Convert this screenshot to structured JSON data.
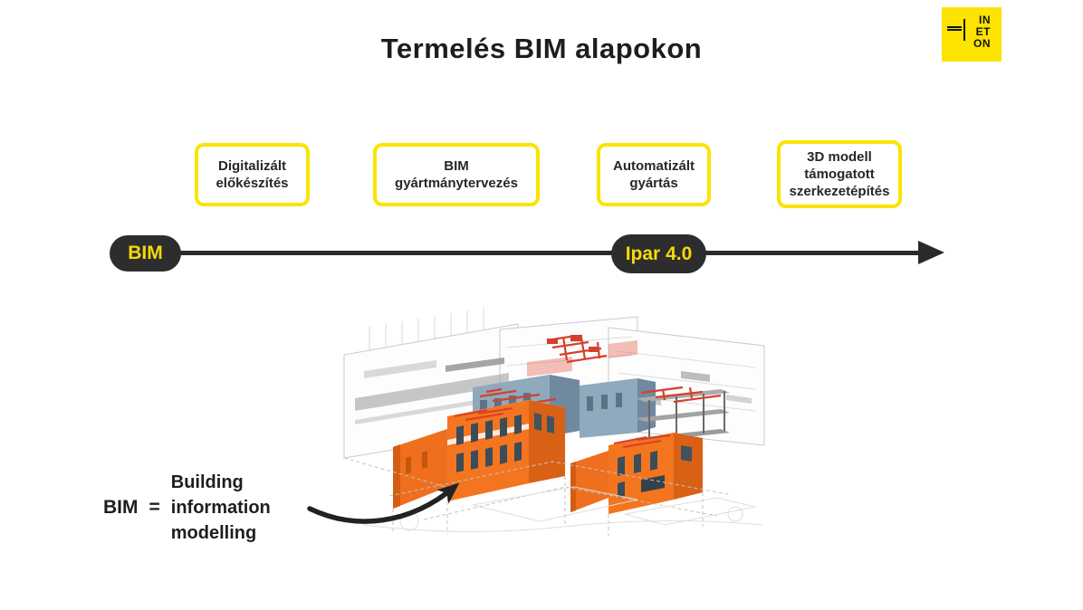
{
  "slide": {
    "title": "Termelés BIM alapokon",
    "logo": {
      "lines": [
        "IN",
        "ET",
        "ON"
      ]
    },
    "stages": [
      {
        "lines": [
          "Digitalizált",
          "előkészítés"
        ]
      },
      {
        "lines": [
          "BIM",
          "gyártmánytervezés"
        ]
      },
      {
        "lines": [
          "Automatizált",
          "gyártás"
        ]
      },
      {
        "lines": [
          "3D modell",
          "támogatott",
          "szerkezetépítés"
        ]
      }
    ],
    "timeline": {
      "start_label": "BIM",
      "mid_label": "Ipar 4.0"
    },
    "definition": {
      "term": "BIM",
      "equals": "=",
      "lines": [
        "Building",
        "information",
        "modelling"
      ]
    },
    "colors": {
      "accent_yellow": "#FCE300",
      "pill_dark": "#2D2D2D",
      "pill_text_yellow": "#F5D90A",
      "ink": "#1F1F1F",
      "model_orange": "#F4751F",
      "model_red": "#D5402B",
      "model_blue_gray": "#8FA9BD"
    }
  }
}
